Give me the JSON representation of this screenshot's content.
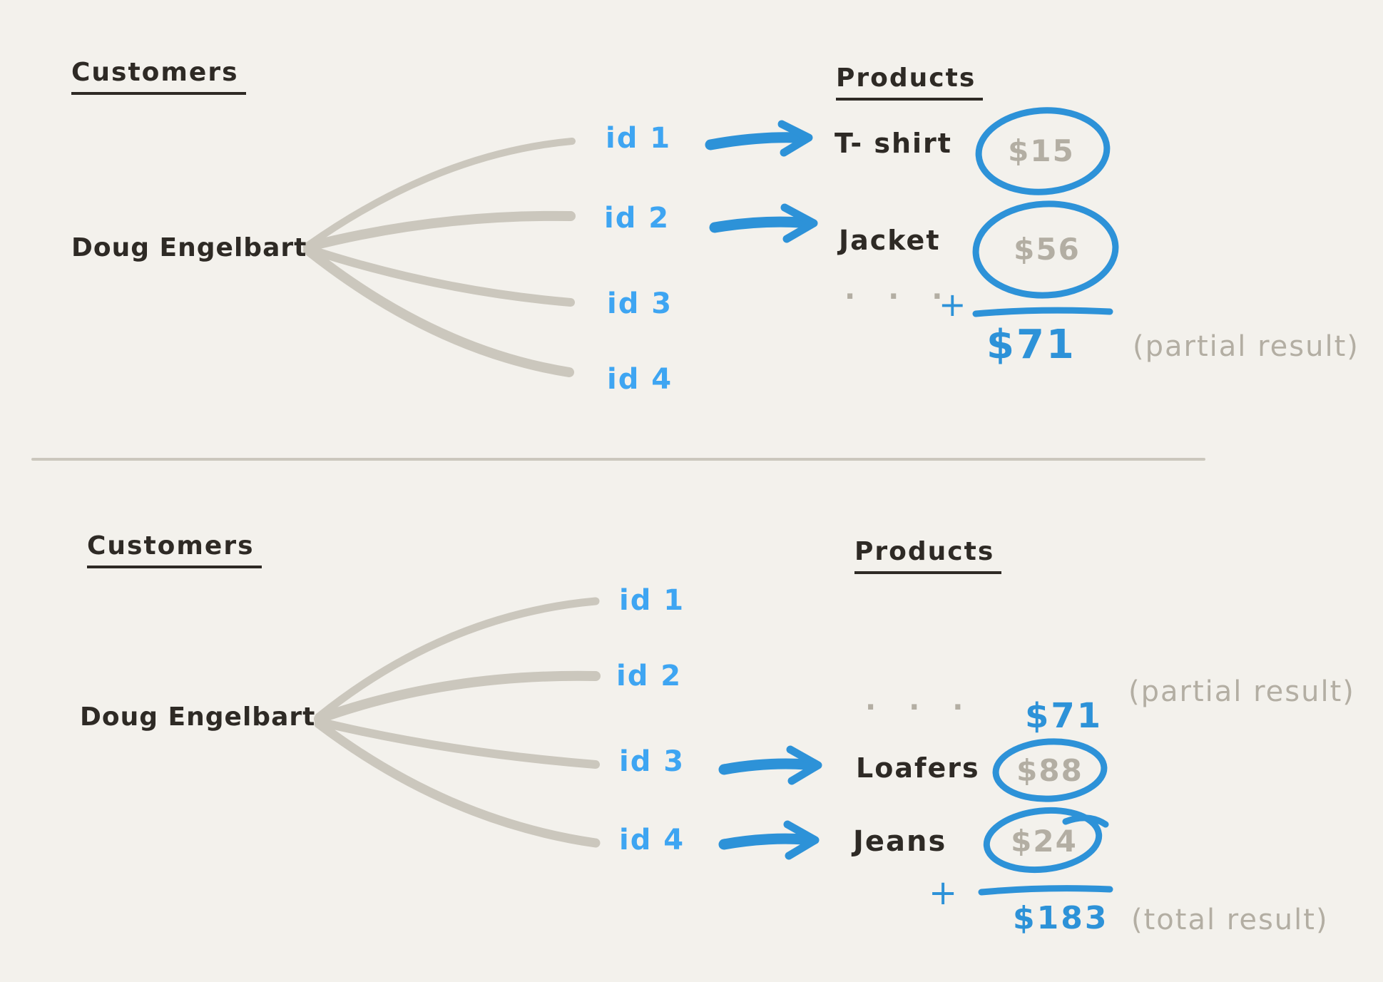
{
  "colors": {
    "background": "#f3f1ec",
    "ink": "#2e2a25",
    "muted_gray": "#b3aea3",
    "stroke_gray": "#cbc7bd",
    "blue": "#2d92d8",
    "light_blue": "#3ea5f2"
  },
  "top": {
    "customers_heading": "Customers",
    "customer_name": "Doug Engelbart",
    "products_heading": "Products",
    "ids": [
      "id 1",
      "id 2",
      "id 3",
      "id 4"
    ],
    "mappings": [
      {
        "id": "id 1",
        "product": "T- shirt",
        "price": "$15"
      },
      {
        "id": "id 2",
        "product": "Jacket",
        "price": "$56"
      }
    ],
    "ellipsis": "· · ·",
    "plus": "+",
    "sum": "$71",
    "note": "(partial result)"
  },
  "bottom": {
    "customers_heading": "Customers",
    "customer_name": "Doug Engelbart",
    "products_heading": "Products",
    "ids": [
      "id 1",
      "id 2",
      "id 3",
      "id 4"
    ],
    "carryover": {
      "ellipsis": "· · ·",
      "value": "$71",
      "note": "(partial result)"
    },
    "mappings": [
      {
        "id": "id 3",
        "product": "Loafers",
        "price": "$88"
      },
      {
        "id": "id 4",
        "product": "Jeans",
        "price": "$24"
      }
    ],
    "plus": "+",
    "sum": "$183",
    "note": "(total result)"
  }
}
